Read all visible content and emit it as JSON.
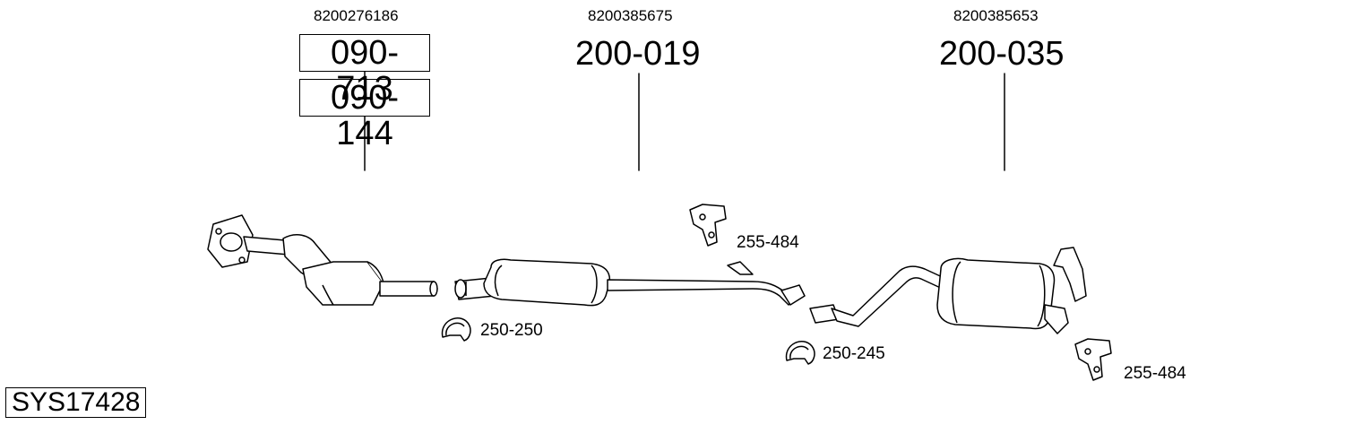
{
  "system": {
    "code": "SYS17428"
  },
  "parts": [
    {
      "oem": "8200276186",
      "numbers": [
        "090-713",
        "090-144"
      ]
    },
    {
      "oem": "8200385675",
      "numbers": [
        "200-019"
      ]
    },
    {
      "oem": "8200385653",
      "numbers": [
        "200-035"
      ]
    }
  ],
  "accessories": [
    {
      "number": "255-484"
    },
    {
      "number": "250-250"
    },
    {
      "number": "250-245"
    },
    {
      "number": "255-484"
    }
  ]
}
